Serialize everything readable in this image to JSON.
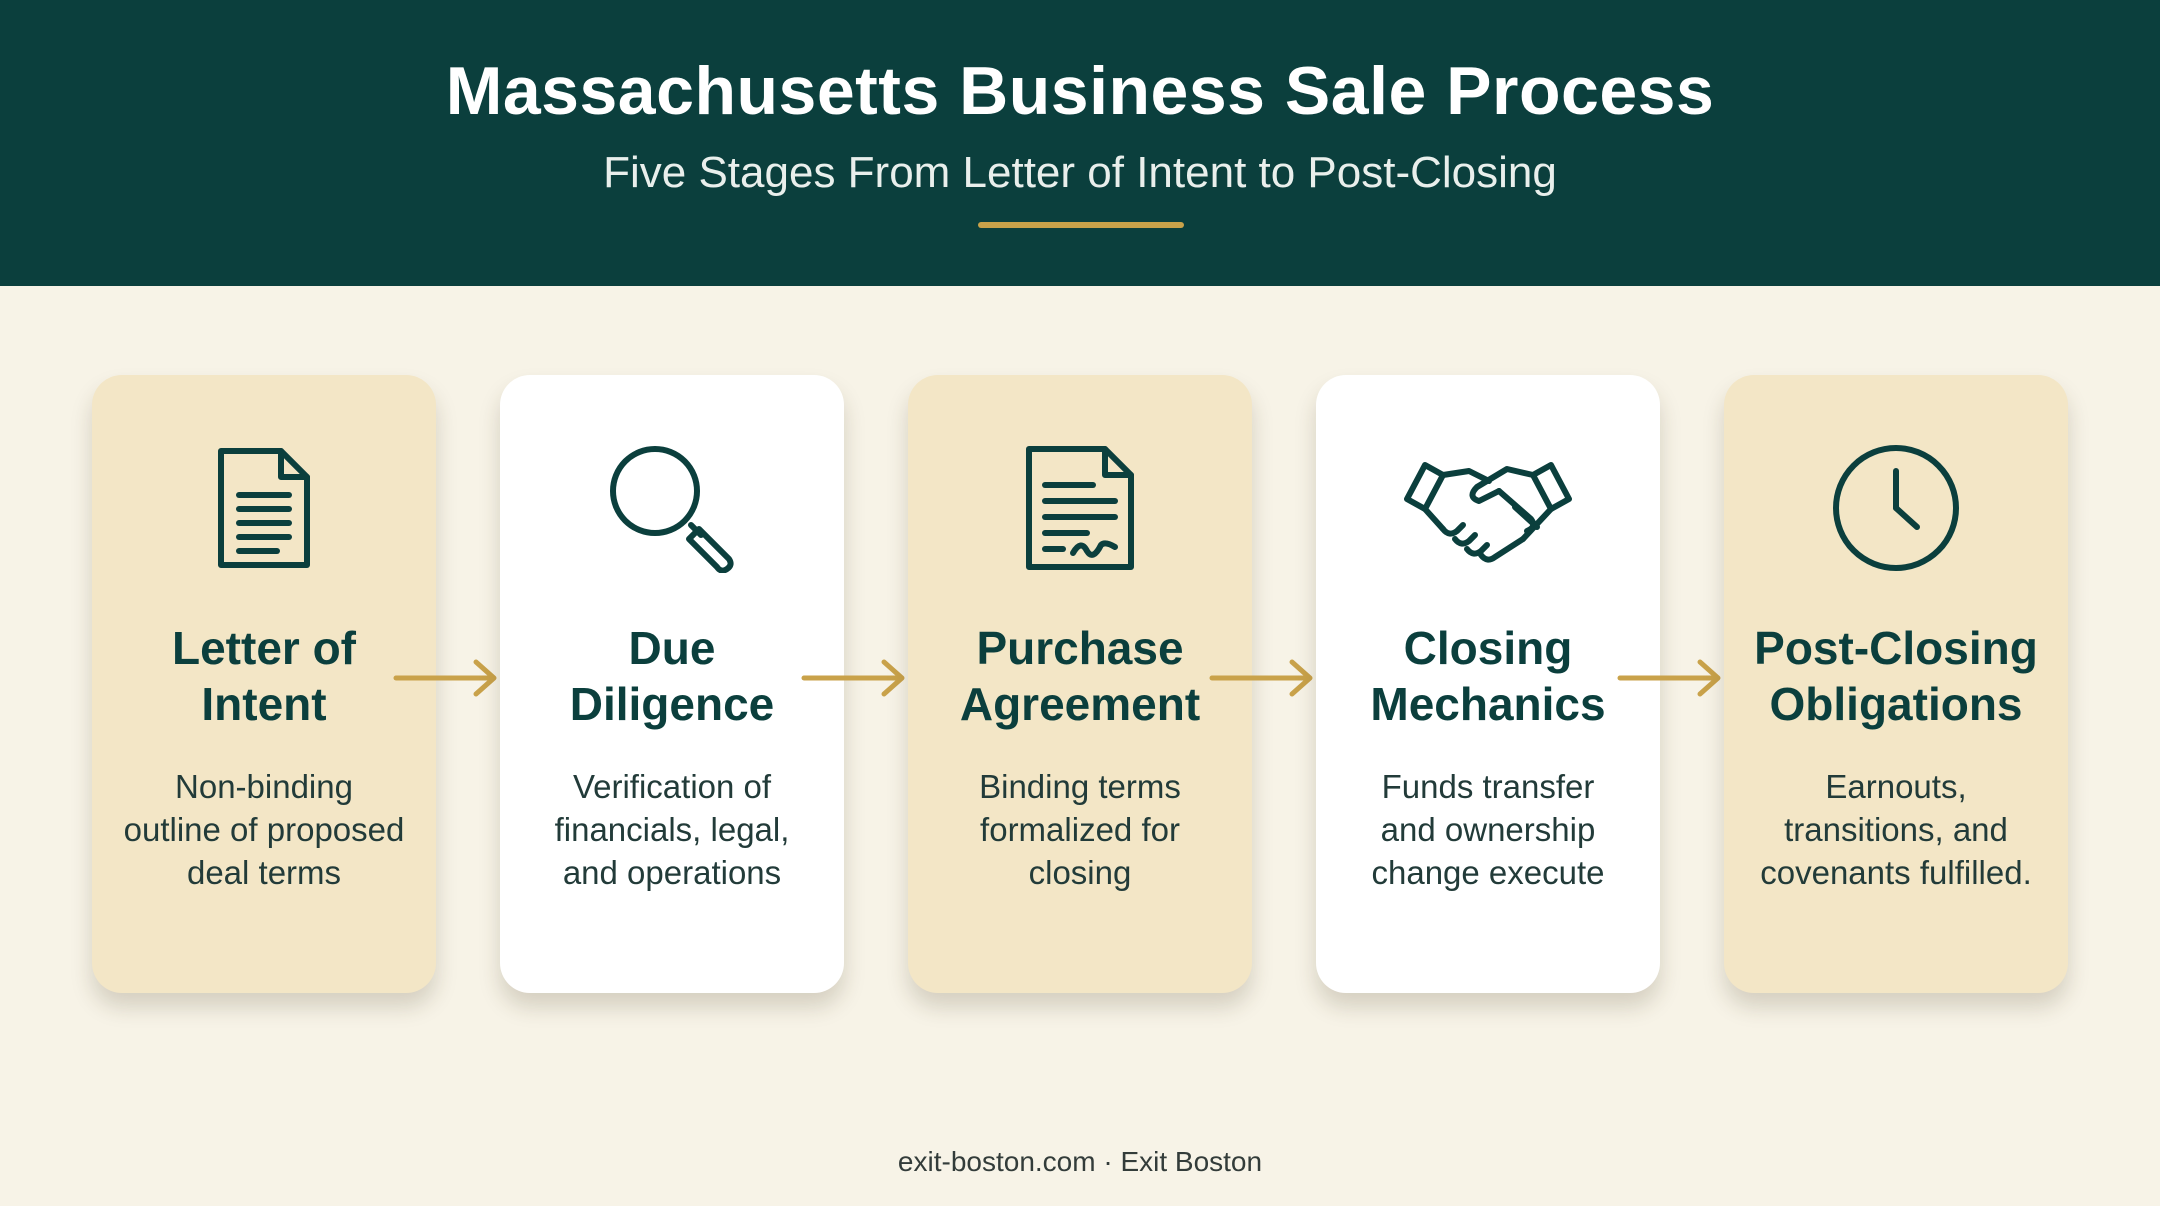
{
  "header": {
    "title": "Massachusetts Business Sale Process",
    "subtitle": "Five Stages From Letter of Intent to Post-Closing"
  },
  "colors": {
    "header_bg": "#0b3f3d",
    "accent_gold": "#c9a24a",
    "card_tan": "#f3e6c6",
    "card_white": "#ffffff",
    "page_bg": "#f7f3e7"
  },
  "stages": [
    {
      "icon": "document-icon",
      "title_line1": "Letter of",
      "title_line2": "Intent",
      "desc_line1": "Non-binding",
      "desc_line2": "outline of proposed",
      "desc_line3": "deal terms"
    },
    {
      "icon": "magnifying-glass-icon",
      "title_line1": "Due",
      "title_line2": "Diligence",
      "desc_line1": "Verification of",
      "desc_line2": "financials, legal,",
      "desc_line3": "and operations"
    },
    {
      "icon": "signed-contract-icon",
      "title_line1": "Purchase",
      "title_line2": "Agreement",
      "desc_line1": "Binding terms",
      "desc_line2": "formalized for",
      "desc_line3": "closing"
    },
    {
      "icon": "handshake-icon",
      "title_line1": "Closing",
      "title_line2": "Mechanics",
      "desc_line1": "Funds transfer",
      "desc_line2": "and ownership",
      "desc_line3": "change execute"
    },
    {
      "icon": "clock-icon",
      "title_line1": "Post-Closing",
      "title_line2": "Obligations",
      "desc_line1": "Earnouts,",
      "desc_line2": "transitions, and",
      "desc_line3": "covenants fulfilled."
    }
  ],
  "footer": {
    "text": "exit-boston.com · Exit Boston"
  }
}
